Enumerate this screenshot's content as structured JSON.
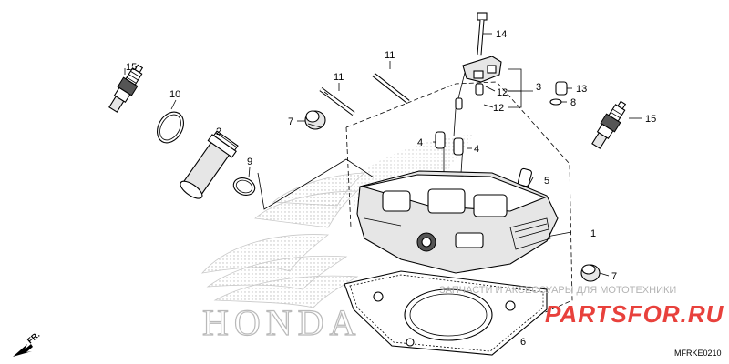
{
  "diagram": {
    "part_code": "MFRKE0210",
    "direction_label": "FR.",
    "brand_logo_text": "HONDA",
    "watermark": {
      "caption": "ЗАПЧАСТИ И АКСЕССУАРЫ ДЛЯ МОТОТЕХНИКИ",
      "brand": "PARTSFOR.RU"
    },
    "callouts": {
      "c1": "1",
      "c2": "2",
      "c3": "3",
      "c4a": "4",
      "c4b": "4",
      "c5": "5",
      "c6": "6",
      "c7a": "7",
      "c7b": "7",
      "c8": "8",
      "c9": "9",
      "c10": "10",
      "c11a": "11",
      "c11b": "11",
      "c12a": "12",
      "c12b": "12",
      "c13": "13",
      "c14": "14",
      "c15a": "15",
      "c15b": "15"
    }
  }
}
